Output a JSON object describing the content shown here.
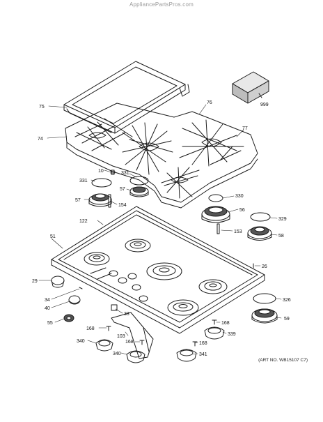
{
  "watermark": "AppliancePartsPros.com",
  "art_number": "(ART NO. WB15107 C7)",
  "labels": {
    "l999": "999",
    "l75": "75",
    "l76": "76",
    "l77": "77",
    "l74": "74",
    "l10": "10",
    "l331a": "331",
    "l331b": "331",
    "l57a": "57",
    "l57b": "57",
    "l154": "154",
    "l122": "122",
    "l330": "330",
    "l56": "56",
    "l329": "329",
    "l153": "153",
    "l58": "58",
    "l51": "51",
    "l26": "26",
    "l29": "29",
    "l34": "34",
    "l40": "40",
    "l33": "33",
    "l55": "55",
    "l326": "326",
    "l59": "59",
    "l168a": "168",
    "l168b": "168",
    "l168c": "168",
    "l168d": "168",
    "l339": "339",
    "l103": "103",
    "l340a": "340",
    "l340b": "340",
    "l341": "341"
  }
}
